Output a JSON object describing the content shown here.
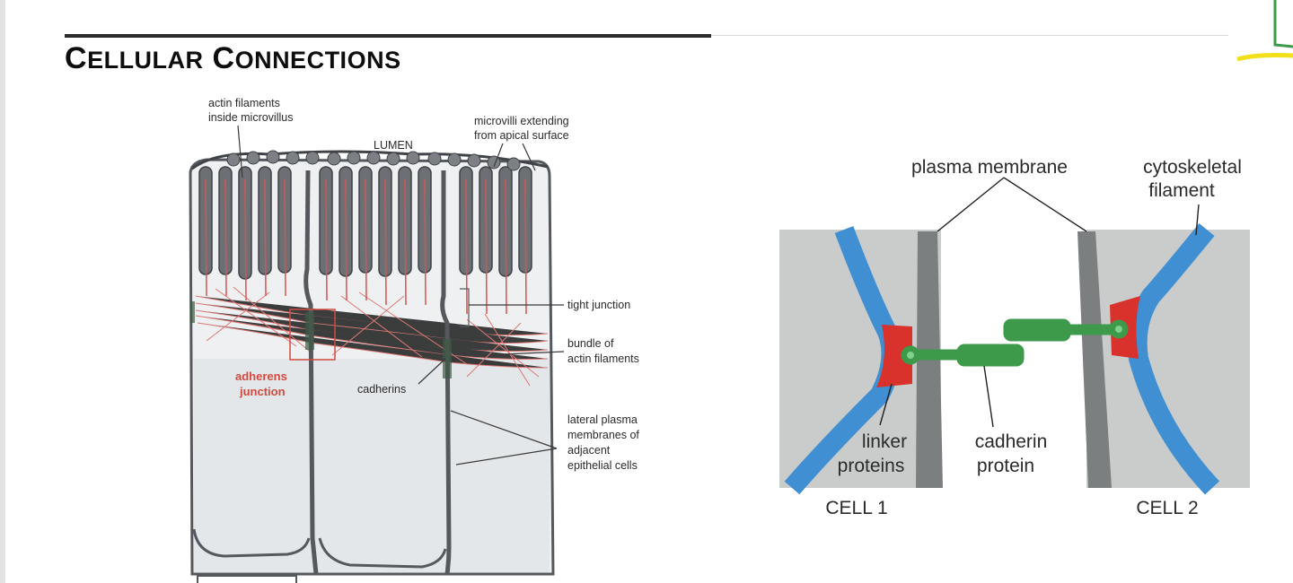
{
  "slide": {
    "title_words": [
      {
        "cap": "C",
        "rest": "ELLULAR"
      },
      {
        "cap": "C",
        "rest": "ONNECTIONS"
      }
    ]
  },
  "epithelium": {
    "labels": {
      "actin_line1": "actin filaments",
      "actin_line2": "inside microvillus",
      "lumen": "LUMEN",
      "microvilli_line1": "microvilli extending",
      "microvilli_line2": "from apical surface",
      "tight_junction": "tight junction",
      "bundle_line1": "bundle of",
      "bundle_line2": "actin filaments",
      "adherens_line1": "adherens",
      "adherens_line2": "junction",
      "cadherins": "cadherins",
      "lateral_line1": "lateral plasma",
      "lateral_line2": "membranes of",
      "lateral_line3": "adjacent",
      "lateral_line4": "epithelial cells"
    },
    "colors": {
      "membrane": "#5b5f63",
      "actin": "#d9534f",
      "adherens_label": "#d24a3e"
    }
  },
  "junction": {
    "labels": {
      "plasma_membrane": "plasma membrane",
      "cyto_line1": "cytoskeletal",
      "cyto_line2": "filament",
      "linker_line1": "linker",
      "linker_line2": "proteins",
      "cadherin_line1": "cadherin",
      "cadherin_line2": "protein",
      "cell1": "CELL 1",
      "cell2": "CELL 2"
    },
    "colors": {
      "background": "#c9cccb",
      "membrane": "#7c7f80",
      "filament": "#3f8fd2",
      "linker": "#d9312b",
      "cadherin": "#3d9a4a"
    }
  }
}
